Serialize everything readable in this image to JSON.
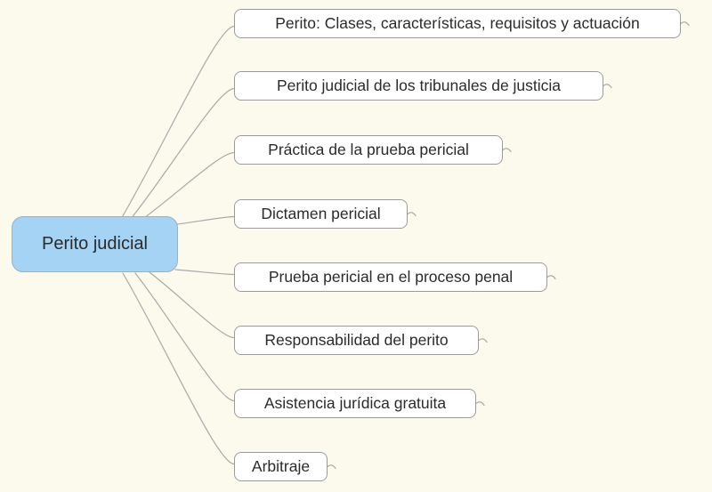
{
  "diagram": {
    "type": "mindmap",
    "root": {
      "label": "Perito judicial"
    },
    "branches": [
      {
        "label": "Perito: Clases, características, requisitos y actuación"
      },
      {
        "label": "Perito judicial de los tribunales de justicia"
      },
      {
        "label": "Práctica de la prueba pericial"
      },
      {
        "label": "Dictamen pericial"
      },
      {
        "label": "Prueba pericial en el proceso penal"
      },
      {
        "label": "Responsabilidad del perito"
      },
      {
        "label": "Asistencia jurídica gratuita"
      },
      {
        "label": "Arbitraje"
      }
    ],
    "colors": {
      "background": "#fbfaed",
      "root_fill": "#a5d3f3",
      "root_border": "#8fb3d0",
      "branch_fill": "#ffffff",
      "branch_border": "#9b9b9b",
      "connector": "#a9a9a9",
      "text": "#2b2b2b"
    }
  }
}
